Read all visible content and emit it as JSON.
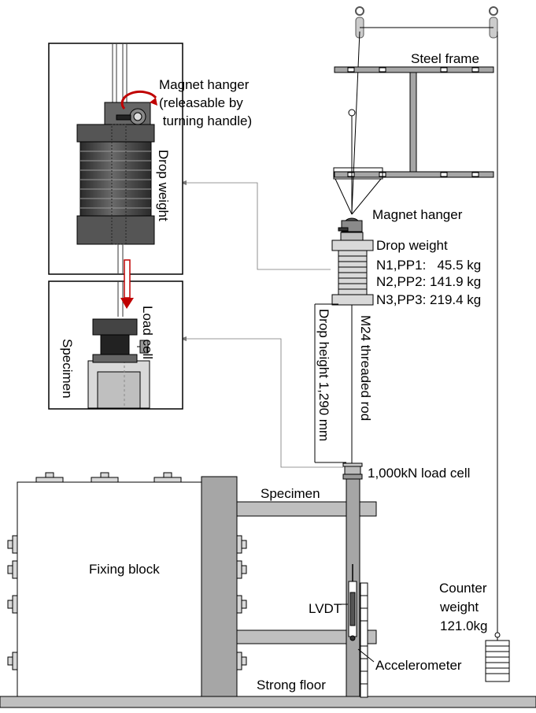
{
  "labels": {
    "steel_frame": "Steel frame",
    "magnet_hanger": "Magnet hanger",
    "drop_weight": "Drop weight",
    "weights": [
      "N1,PP1:   45.5 kg",
      "N2,PP2: 141.9 kg",
      "N3,PP3: 219.4 kg"
    ],
    "threaded_rod": "M24 threaded rod",
    "drop_height": "Drop height 1,290 mm",
    "load_cell": "1,000kN load cell",
    "specimen": "Specimen",
    "fixing_block": "Fixing block",
    "lvdt": "LVDT",
    "accelerometer": "Accelerometer",
    "counter_weight": [
      "Counter",
      "weight",
      "121.0kg"
    ],
    "strong_floor": "Strong floor"
  },
  "inset_top": {
    "hanger_note": [
      "Magnet hanger",
      "(releasable by",
      " turning handle)"
    ],
    "drop_weight": "Drop weight"
  },
  "inset_bottom": {
    "load_cell": "Load cell",
    "specimen": "Specimen"
  },
  "colors": {
    "line": "#000000",
    "gray_fill": "#a6a6a6",
    "light_fill": "#d9d9d9",
    "dark_metal": "#3a3a3a",
    "red_arrow": "#c00000"
  }
}
